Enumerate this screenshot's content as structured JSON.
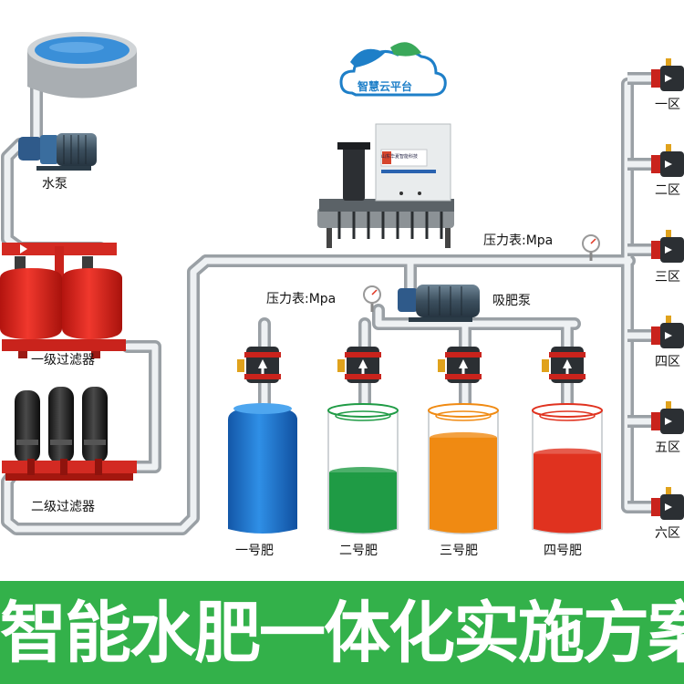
{
  "cloud_platform": {
    "label": "智慧云平台",
    "accent": "#1e7fc8"
  },
  "pump": {
    "label": "水泵"
  },
  "filters": {
    "primary": "一级过滤器",
    "secondary": "二级过滤器"
  },
  "gauges": {
    "main_pressure": "压力表:Mpa",
    "fert_pressure": "压力表:Mpa"
  },
  "fert_pump": {
    "label": "吸肥泵"
  },
  "controller": {
    "screen_text": "山东华夏智能科技"
  },
  "tanks": [
    {
      "label": "一号肥",
      "color": "#1f6ec4"
    },
    {
      "label": "二号肥",
      "color": "#1f9b45"
    },
    {
      "label": "三号肥",
      "color": "#f08a12"
    },
    {
      "label": "四号肥",
      "color": "#e0321f"
    }
  ],
  "zones": [
    "一区",
    "二区",
    "三区",
    "四区",
    "五区",
    "六区"
  ],
  "banner": {
    "title": "智能水肥一体化实施方案",
    "color": "#33b14a"
  }
}
